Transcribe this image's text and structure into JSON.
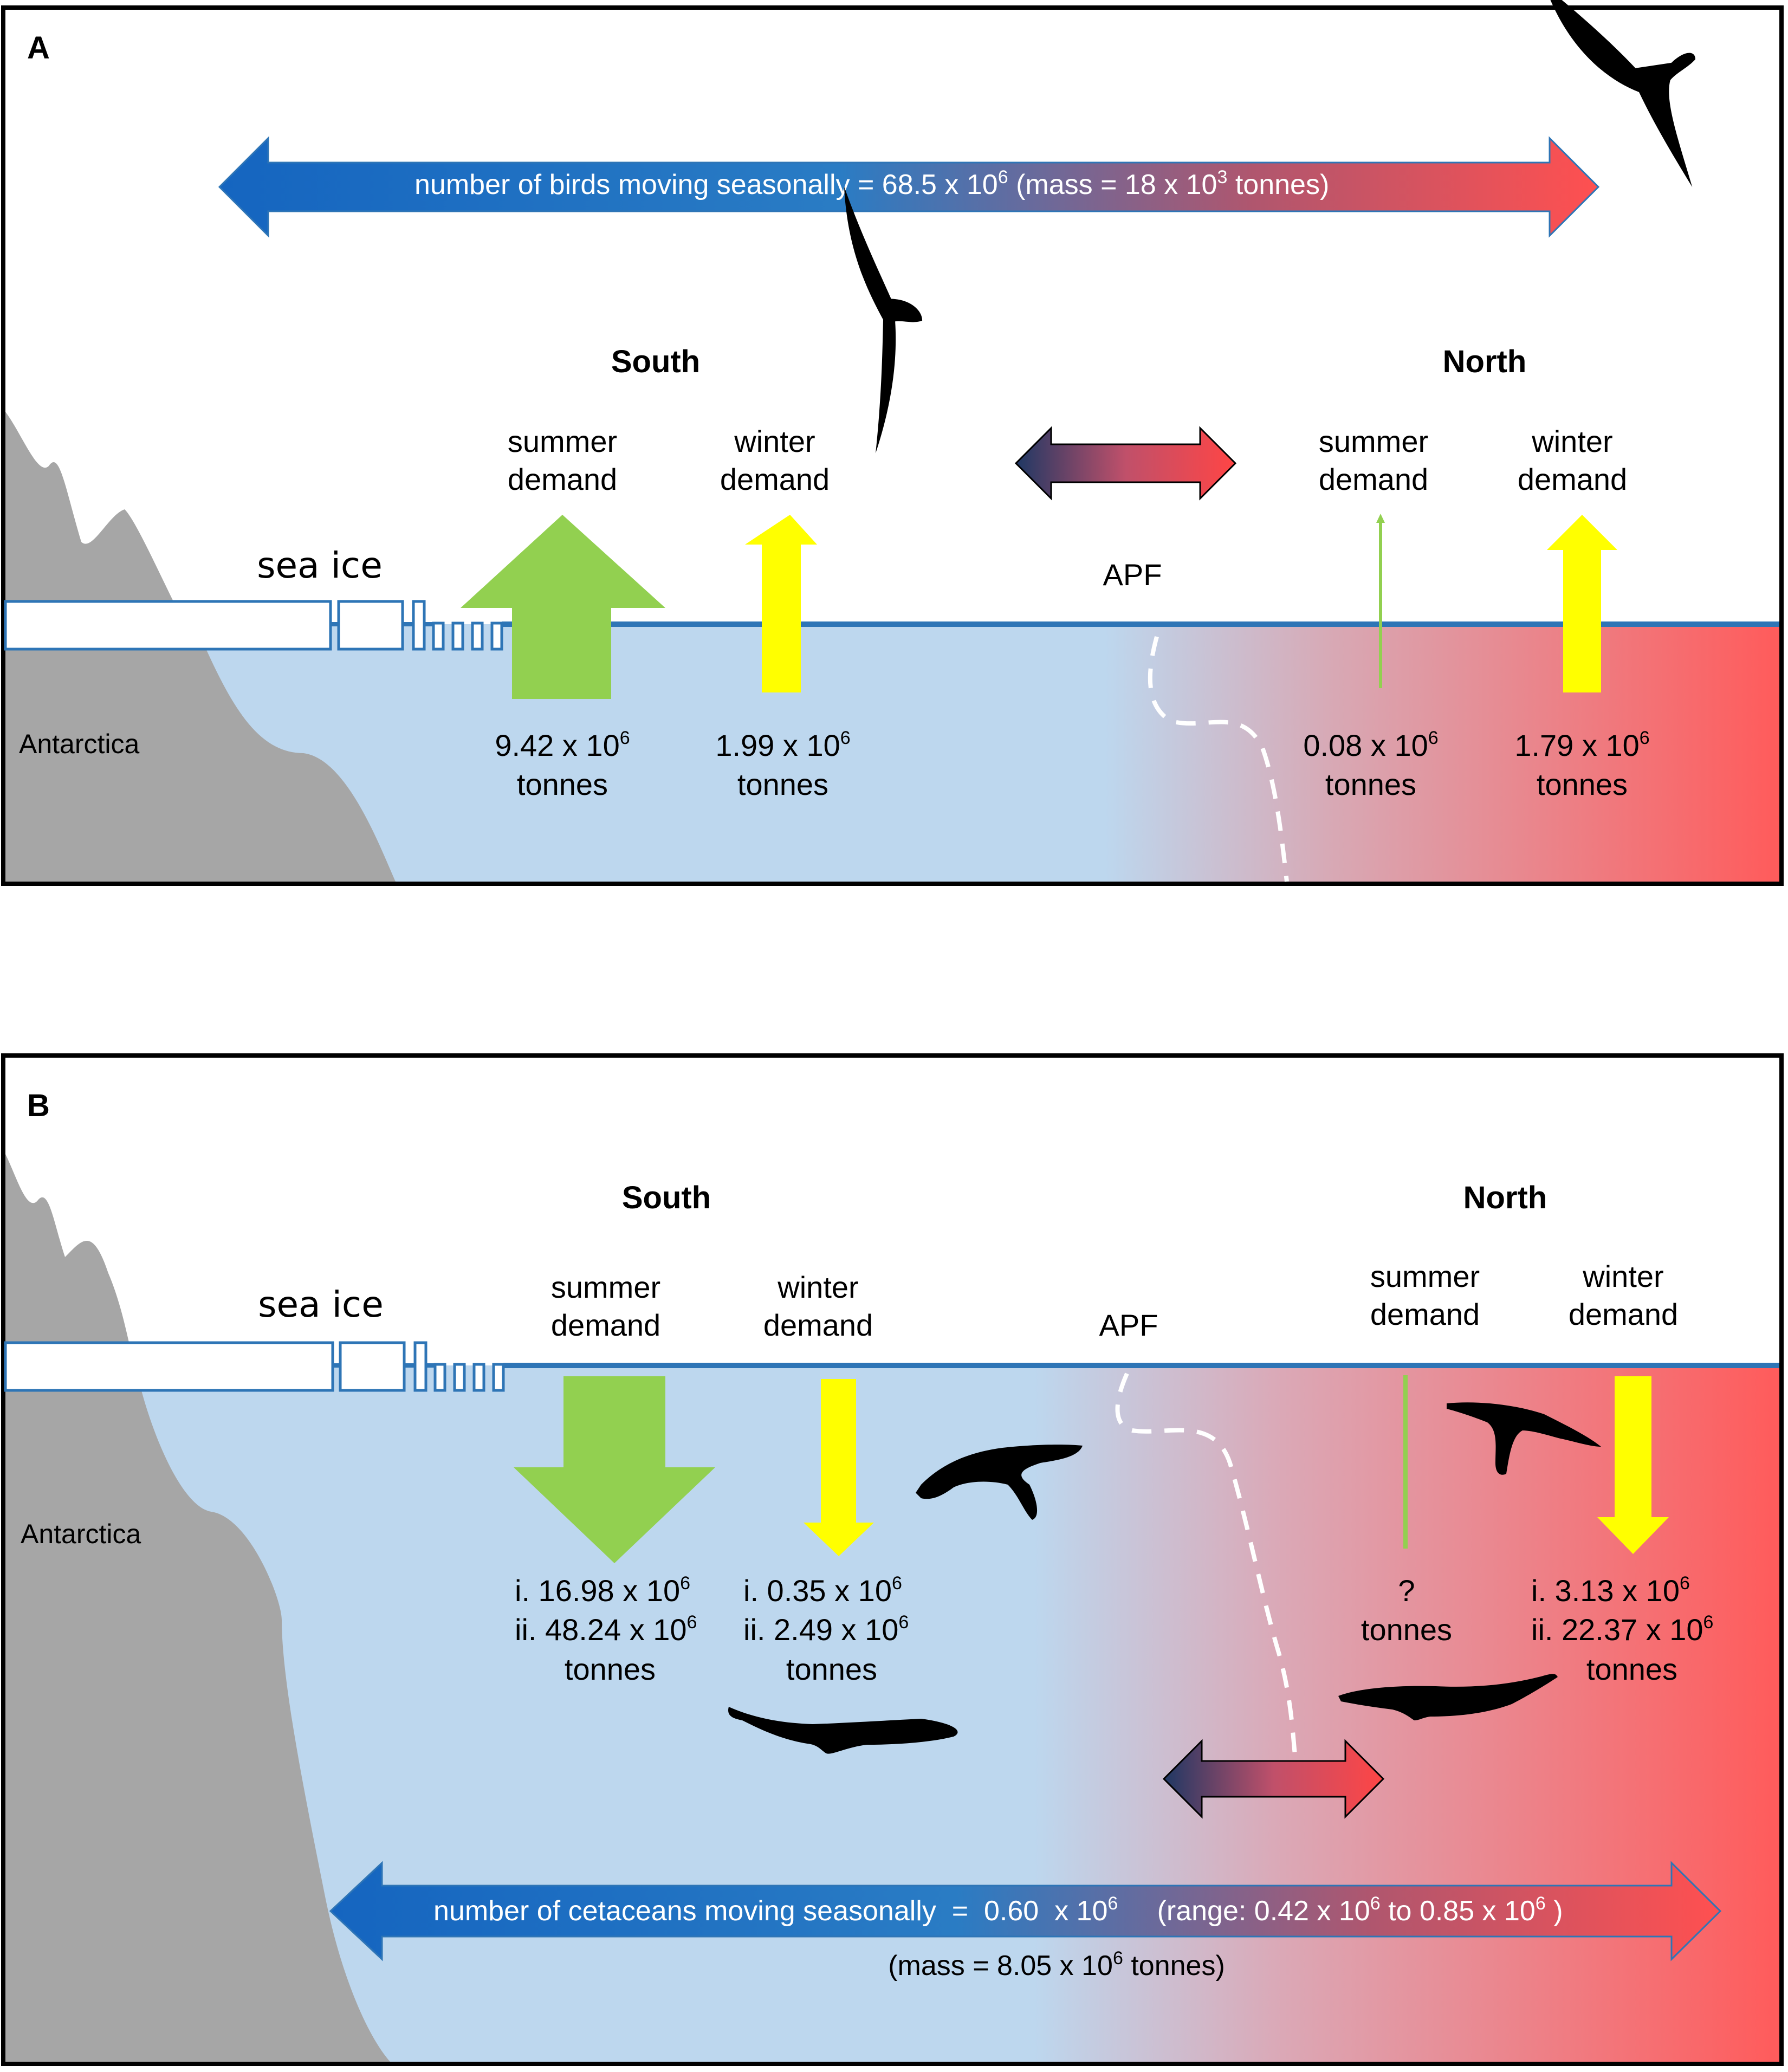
{
  "panel_a": {
    "letter": "A",
    "arrow_birds": {
      "prefix": "number of birds moving seasonally  = 68.5 x 10",
      "exp1": "6",
      "mid": " (mass = 18 x 10",
      "exp2": "3",
      "suffix": " tonnes)"
    },
    "south_heading": "South",
    "north_heading": "North",
    "summer_demand": [
      "summer",
      "demand"
    ],
    "winter_demand": [
      "winter",
      "demand"
    ],
    "sea_ice": "sea ice",
    "apf": "APF",
    "antarctica": "Antarctica",
    "values": {
      "south_summer": {
        "base": "9.42 x 10",
        "exp": "6",
        "unit": "tonnes"
      },
      "south_winter": {
        "base": "1.99 x 10",
        "exp": "6",
        "unit": "tonnes"
      },
      "north_summer": {
        "base": "0.08 x 10",
        "exp": "6",
        "unit": "tonnes"
      },
      "north_winter": {
        "base": "1.79 x 10",
        "exp": "6",
        "unit": "tonnes"
      }
    }
  },
  "panel_b": {
    "letter": "B",
    "south_heading": "South",
    "north_heading": "North",
    "summer_demand": [
      "summer",
      "demand"
    ],
    "winter_demand": [
      "winter",
      "demand"
    ],
    "sea_ice": "sea ice",
    "apf": "APF",
    "antarctica": "Antarctica",
    "values": {
      "south_summer": {
        "i": "i.  16.98 x 10",
        "ii": "ii. 48.24 x 10",
        "exp": "6",
        "unit": "tonnes"
      },
      "south_winter": {
        "i": "i.  0.35 x 10",
        "ii": "ii. 2.49 x 10",
        "exp": "6",
        "unit": "tonnes"
      },
      "north_summer": {
        "q": "?",
        "unit": "tonnes"
      },
      "north_winter": {
        "i": "i.    3.13 x 10",
        "ii": "ii.   22.37 x 10",
        "exp": "6",
        "unit": "tonnes"
      }
    },
    "arrow_cetaceans": {
      "prefix": "number of cetaceans moving seasonally  =  0.60  x 10",
      "exp1": "6",
      "mid": "     (range: 0.42 x 10",
      "exp2": "6",
      "mid2": " to 0.85 x 10",
      "exp3": "6",
      "suffix": " )"
    },
    "mass": {
      "prefix": "(mass = 8.05 x 10",
      "exp": "6",
      "suffix": " tonnes)"
    }
  },
  "colors": {
    "ocean_blue": "#bdd7ee",
    "warm_red": "#ff5b5b",
    "land_grey": "#a6a6a6",
    "summer_green": "#92d050",
    "winter_yellow": "#ffff00",
    "arrow_blue": "#1f6fbf",
    "waterline": "#2e75b6"
  },
  "icons": [
    "albatross-icon",
    "whale-icon"
  ]
}
